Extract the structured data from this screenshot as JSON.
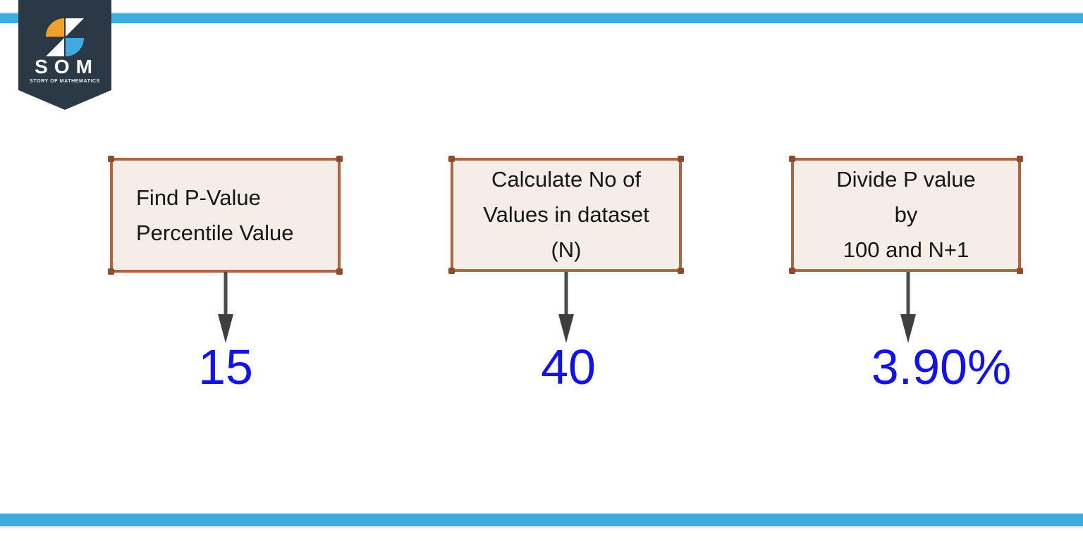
{
  "brand": {
    "logo_text": "SOM",
    "tagline": "STORY OF MATHEMATICS"
  },
  "colors": {
    "accent_bar_blue": "#3caddc",
    "badge_navy": "#2b3947",
    "logo_orange": "#f0a02c",
    "logo_blue": "#41a8e0",
    "box_border_brown": "#ad6440",
    "box_fill": "#f5ede8",
    "value_blue": "#1212e6",
    "arrow_gray": "#454545"
  },
  "steps": [
    {
      "lines": [
        "Find P-Value",
        "Percentile Value"
      ],
      "value": "15"
    },
    {
      "lines": [
        "Calculate No of",
        "Values in dataset",
        "(N)"
      ],
      "value": "40"
    },
    {
      "lines": [
        "Divide P value",
        "by",
        "100 and N+1"
      ],
      "value": "3.90%"
    }
  ]
}
